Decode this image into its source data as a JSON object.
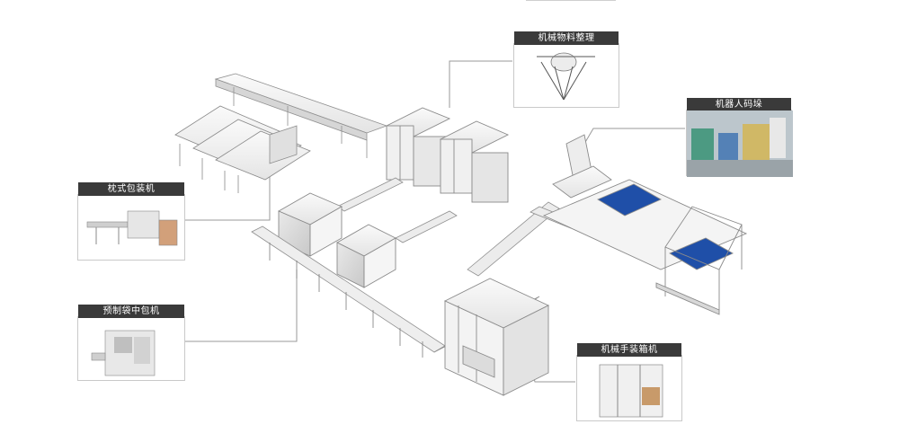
{
  "callouts": {
    "flow_wrap": {
      "label": "枕式包装机",
      "icon": "flow-wrapper-machine-photo"
    },
    "premade_bag": {
      "label": "预制袋中包机",
      "icon": "premade-bag-packer-photo"
    },
    "material_sorting": {
      "label": "机械物料整理",
      "icon": "delta-robot-photo"
    },
    "palletizing": {
      "label": "机器人码垛",
      "icon": "robot-palletizing-cell-photo"
    },
    "case_packing": {
      "label": "机械手装箱机",
      "icon": "case-packing-machine-photo"
    }
  },
  "colors": {
    "label_bg": "#3a3a3a",
    "machine_white": "#f2f2f2",
    "machine_edge": "#9a9a9a",
    "pallet_blue": "#1f4fa8",
    "leader_line": "#9a9a9a"
  }
}
